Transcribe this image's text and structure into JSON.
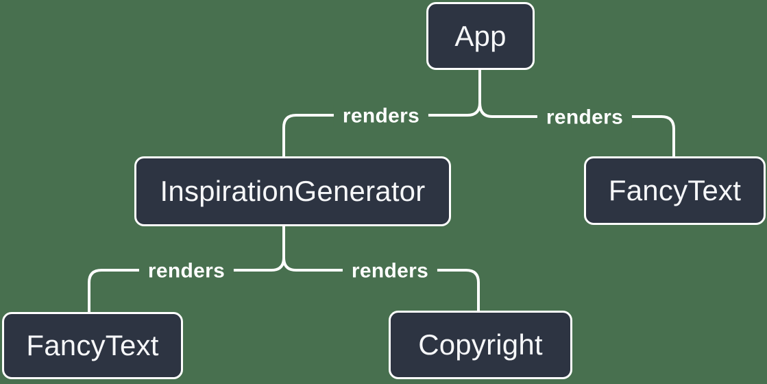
{
  "colors": {
    "background": "#48704F",
    "node-fill": "#2D3442",
    "node-border": "#FFFFFF",
    "node-text": "#F6F7F9",
    "edge-line": "#FFFFFF",
    "edge-label-text": "#FFFFFF"
  },
  "nodes": [
    {
      "id": "app",
      "label": "App"
    },
    {
      "id": "inspiration-generator",
      "label": "InspirationGenerator"
    },
    {
      "id": "fancy-text-top-right",
      "label": "FancyText"
    },
    {
      "id": "fancy-text-bottom-left",
      "label": "FancyText"
    },
    {
      "id": "copyright",
      "label": "Copyright"
    }
  ],
  "edges": [
    {
      "from": "App",
      "to": "InspirationGenerator",
      "label": "renders"
    },
    {
      "from": "App",
      "to": "FancyText",
      "label": "renders"
    },
    {
      "from": "InspirationGenerator",
      "to": "FancyText",
      "label": "renders"
    },
    {
      "from": "InspirationGenerator",
      "to": "Copyright",
      "label": "renders"
    }
  ]
}
